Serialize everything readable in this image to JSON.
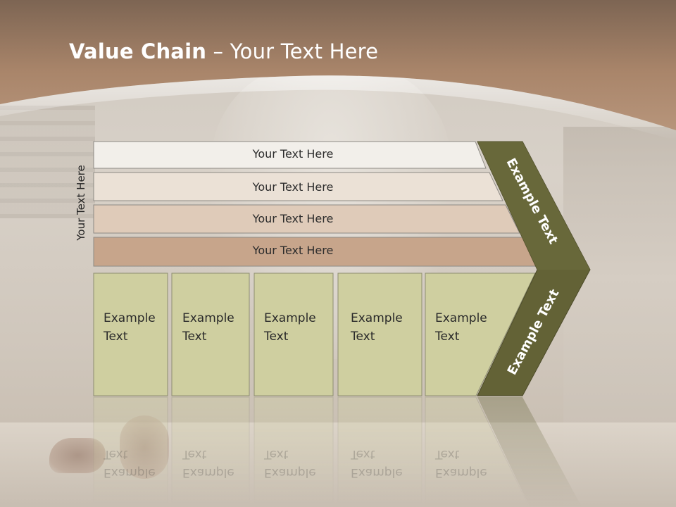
{
  "title": {
    "strong": "Value Chain",
    "rest": " – Your Text Here"
  },
  "side_label": "Your Text Here",
  "support_rows": [
    "Your Text Here",
    "Your Text Here",
    "Your Text Here",
    "Your Text Here"
  ],
  "primary_boxes": [
    "Example\nText",
    "Example\nText",
    "Example\nText",
    "Example\nText",
    "Example\nText"
  ],
  "chevron_top_label": "Example Text",
  "chevron_bottom_label": "Example Text",
  "colors": {
    "header_brown": "#a9856a",
    "row1": "#f2efea",
    "row2": "#ebe1d6",
    "row3": "#dfcbb9",
    "row4": "#c7a58b",
    "box_fill": "#cfcfa0",
    "chevron": "#636236"
  }
}
